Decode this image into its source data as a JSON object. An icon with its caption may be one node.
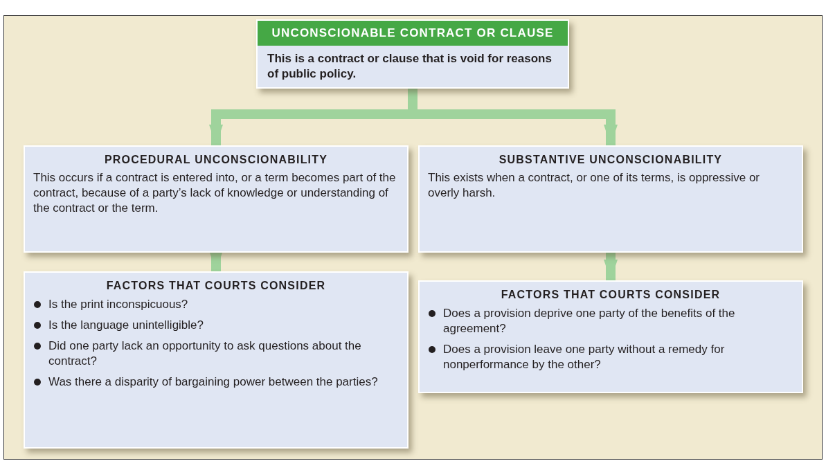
{
  "diagram": {
    "nodes": [
      {
        "text": [
          "UNCONSCIONABLE CONTRACT OR CLAUSE",
          "This is a contract or clause that is void for reasons of public policy."
        ]
      },
      {
        "text": [
          "PROCEDURAL UNCONSCIONABILITY",
          "This occurs if a contract is entered into, or a term becomes part of the contract, because of a party’s lack of knowledge or understanding of the contract or the term."
        ]
      },
      {
        "text": [
          "SUBSTANTIVE UNCONSCIONABILITY",
          "This exists when a contract, or one of its terms, is oppressive or overly harsh."
        ]
      },
      {
        "text": [
          "FACTORS THAT COURTS CONSIDER",
          "Is the print inconspicuous?",
          "Is the language unintelligible?",
          "Did one party lack an opportunity to ask questions about the contract?",
          "Was there a disparity of bargaining power between the parties?"
        ]
      },
      {
        "text": [
          "FACTORS THAT COURTS CONSIDER",
          "Does a provision deprive one party of the benefits of the agreement?",
          "Does a provision leave one party without a remedy for nonperformance by the other?"
        ]
      }
    ],
    "edges": [
      {
        "from": 0,
        "to": 1,
        "arrow": "to"
      },
      {
        "from": 0,
        "to": 2,
        "arrow": "to"
      },
      {
        "from": 1,
        "to": 3,
        "arrow": "to"
      },
      {
        "from": 2,
        "to": 4,
        "arrow": "to"
      }
    ]
  }
}
